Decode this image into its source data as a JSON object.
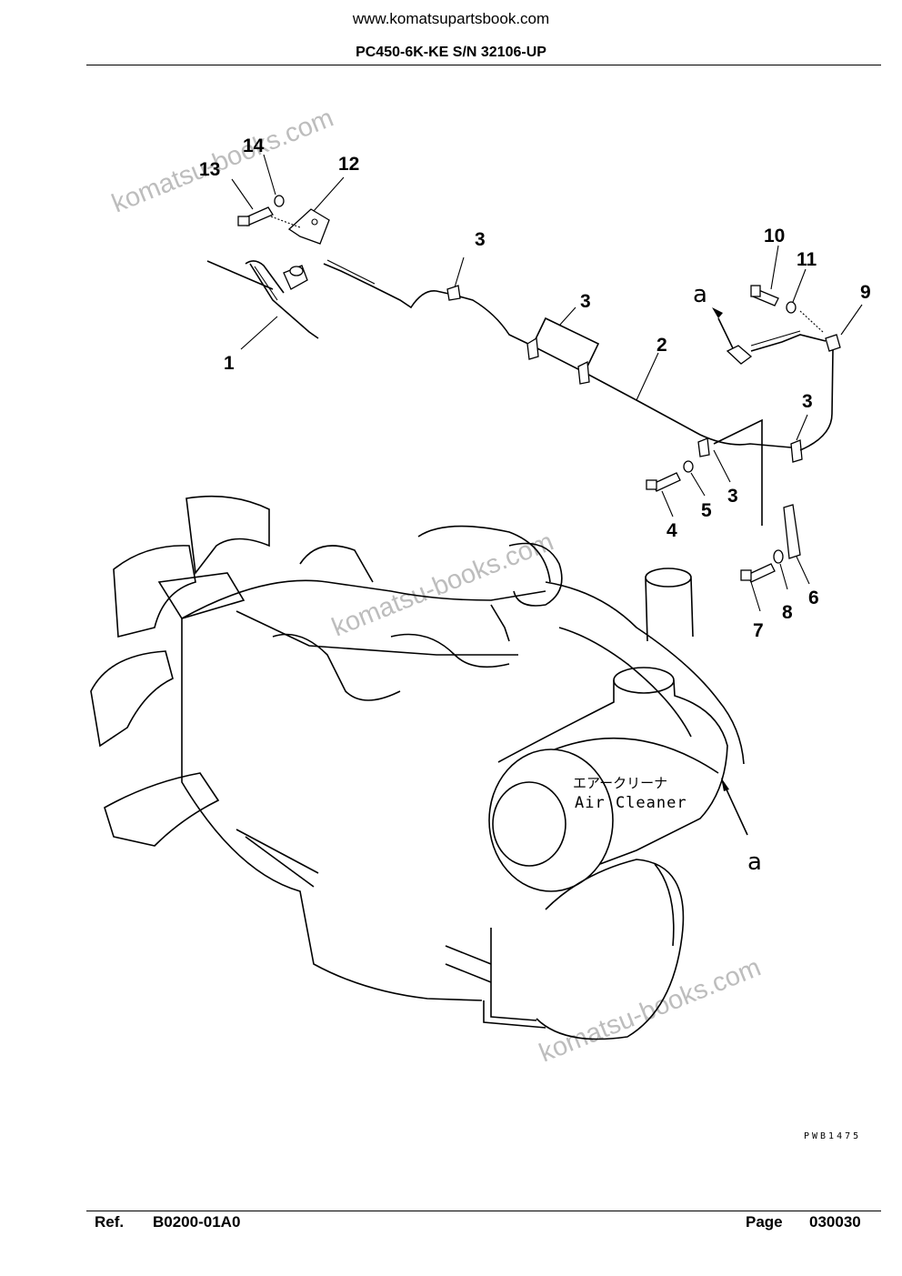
{
  "header": {
    "site": "www.komatsupartsbook.com",
    "model": "PC450-6K-KE S/N 32106-UP"
  },
  "diagram": {
    "callouts": [
      {
        "num": "1"
      },
      {
        "num": "2"
      },
      {
        "num": "3"
      },
      {
        "num": "3"
      },
      {
        "num": "3"
      },
      {
        "num": "3"
      },
      {
        "num": "4"
      },
      {
        "num": "5"
      },
      {
        "num": "6"
      },
      {
        "num": "7"
      },
      {
        "num": "8"
      },
      {
        "num": "9"
      },
      {
        "num": "10"
      },
      {
        "num": "11"
      },
      {
        "num": "12"
      },
      {
        "num": "13"
      },
      {
        "num": "14"
      }
    ],
    "ref_letter": "a",
    "label_jp": "エアークリーナ",
    "label_en": "Air Cleaner",
    "drawing_code": "PWB1475",
    "watermark": "komatsu-books.com"
  },
  "footer": {
    "ref_label": "Ref.",
    "ref_value": "B0200-01A0",
    "page_label": "Page",
    "page_value": "030030"
  }
}
